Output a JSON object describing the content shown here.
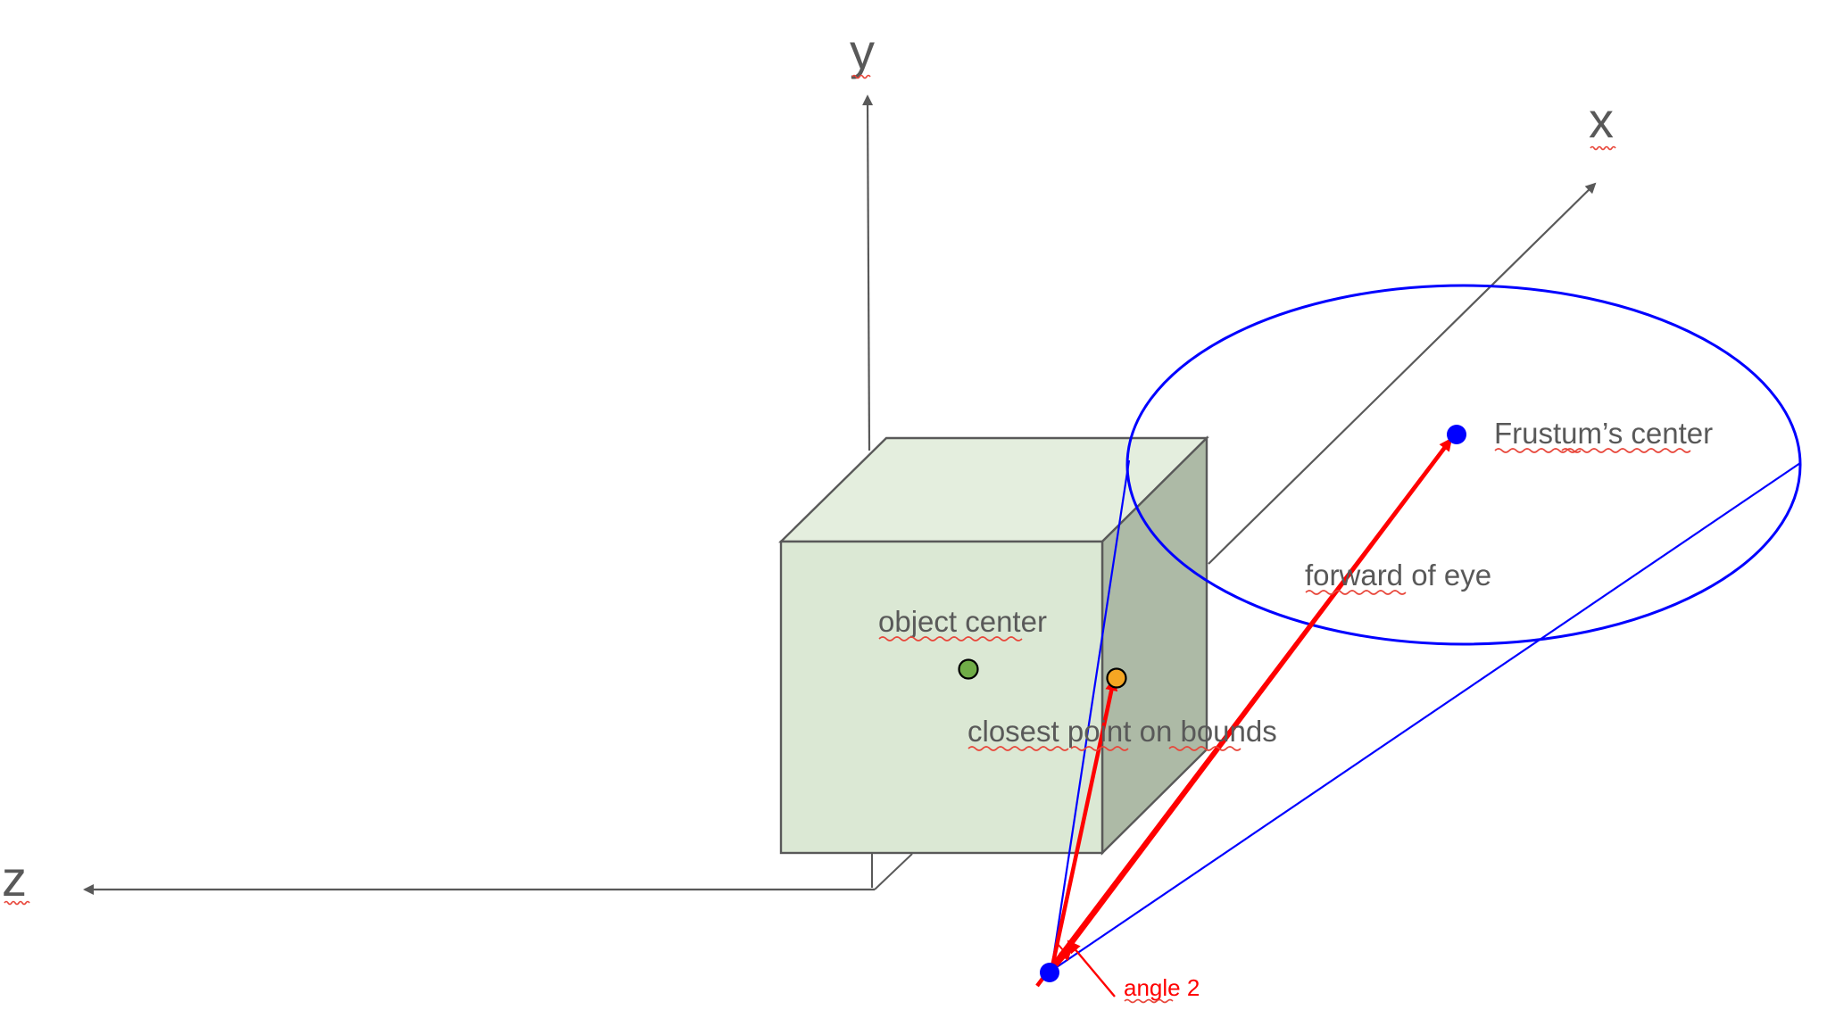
{
  "axes": {
    "y_label": "y",
    "x_label": "x",
    "z_label": "z"
  },
  "labels": {
    "frustum_center": "Frustum’s center",
    "forward_of_eye": "forward of eye",
    "object_center": "object center",
    "closest_point": "closest point on bounds",
    "angle": "angle 2"
  },
  "colors": {
    "axis": "#595959",
    "cube_front": "#dbe8d4",
    "cube_top": "#e4eede",
    "cube_side": "#adbaa6",
    "cube_edge": "#595959",
    "frustum": "#0000ff",
    "vector": "#ff0000",
    "object_center_dot": "#70ad47",
    "closest_point_dot": "#f5a623",
    "eye_dot": "#0000ff",
    "frustum_center_dot": "#0000ff"
  }
}
